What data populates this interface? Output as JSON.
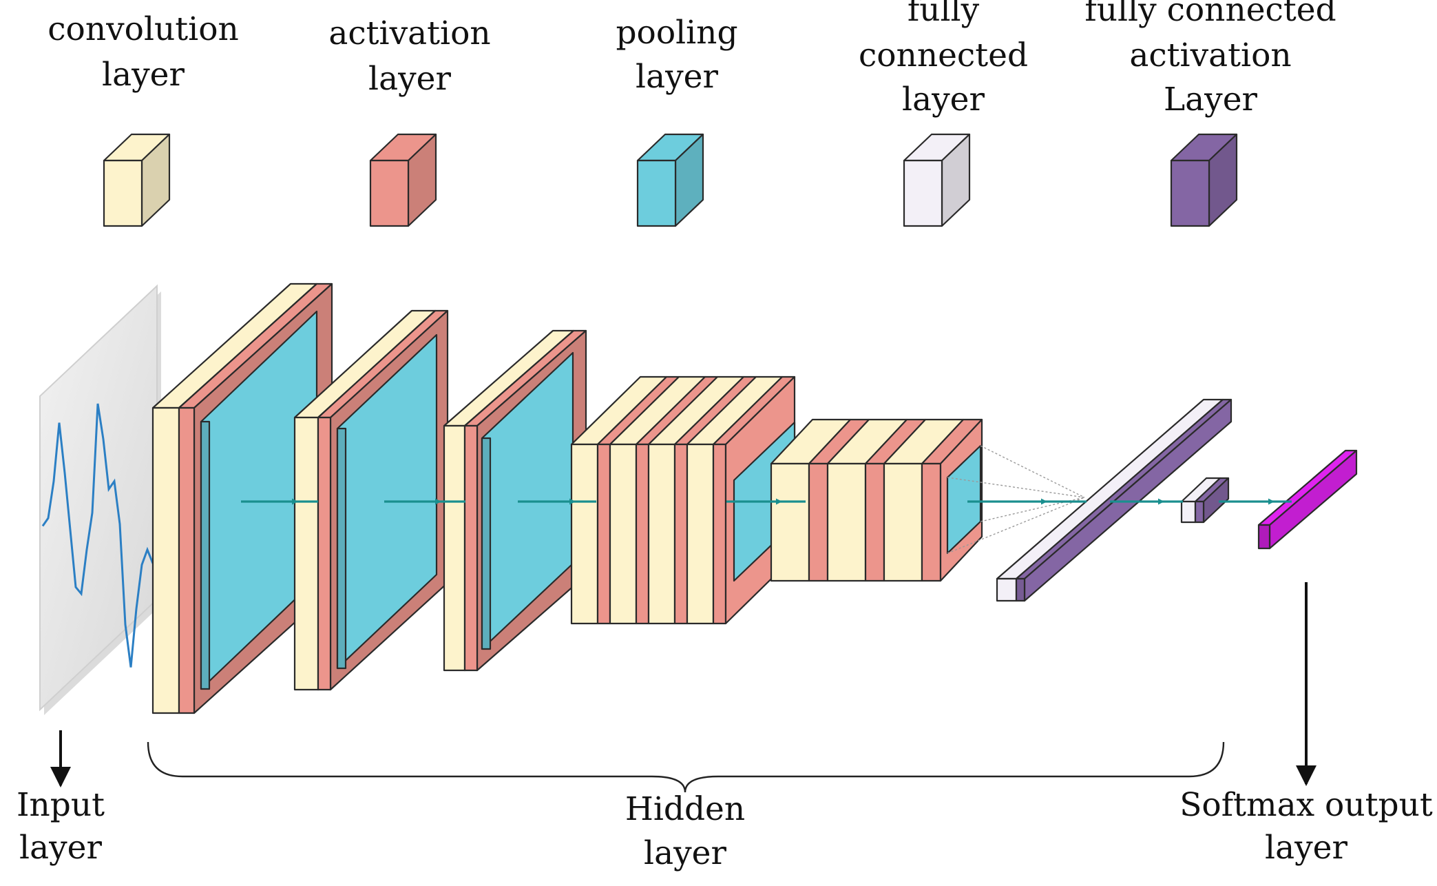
{
  "legend": [
    {
      "lines": [
        "convolution",
        "layer"
      ],
      "color": "#fdf3cc"
    },
    {
      "lines": [
        "activation",
        "layer"
      ],
      "color": "#ec958c"
    },
    {
      "lines": [
        "pooling",
        "layer"
      ],
      "color": "#6dcddd"
    },
    {
      "lines": [
        "fully",
        "connected",
        "layer"
      ],
      "color": "#f3f0f7"
    },
    {
      "lines": [
        "fully connected",
        "activation",
        "Layer"
      ],
      "color": "#8466a4"
    }
  ],
  "bottom_labels": {
    "input": [
      "Input",
      "layer"
    ],
    "hidden": [
      "Hidden",
      "layer"
    ],
    "output": [
      "Softmax output",
      "layer"
    ]
  },
  "colors": {
    "conv": "#fdf3cc",
    "activation": "#ec958c",
    "pooling": "#6dcddd",
    "fc": "#f3f0f7",
    "fc_activation": "#8466a4",
    "softmax": "#c21ed0",
    "arrow": "#1a8f8f",
    "signal": "#2b7fc4",
    "input_panel": "#e4e4e4"
  },
  "signal_samples": [
    0.15,
    0.2,
    0.45,
    0.85,
    0.5,
    0.1,
    -0.3,
    -0.35,
    -0.05,
    0.2,
    0.95,
    0.7,
    0.35,
    0.4,
    0.1,
    -0.6,
    -0.9,
    -0.5,
    -0.2,
    -0.1,
    -0.2
  ]
}
